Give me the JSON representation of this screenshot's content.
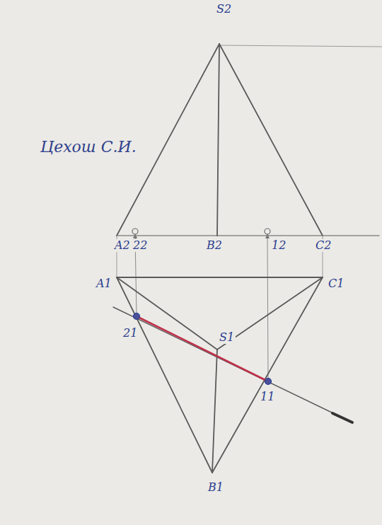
{
  "diagram": {
    "labels": [
      "S2",
      "Цехош С.И.",
      "A2",
      "22",
      "B2",
      "12",
      "C2",
      "A1",
      "C1",
      "21",
      "S1",
      "11",
      "B1"
    ]
  }
}
